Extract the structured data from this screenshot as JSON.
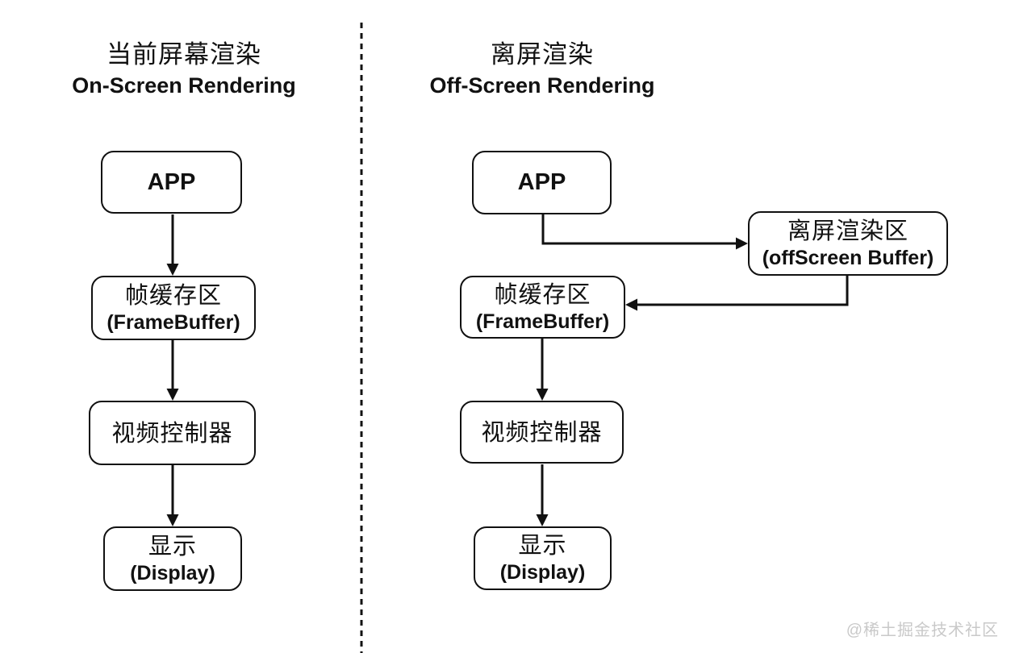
{
  "diagram": {
    "left": {
      "title_zh": "当前屏幕渲染",
      "title_en": "On-Screen Rendering",
      "app": "APP",
      "framebuffer_zh": "帧缓存区",
      "framebuffer_en": "(FrameBuffer)",
      "video_controller": "视频控制器",
      "display_zh": "显示",
      "display_en": "(Display)"
    },
    "right": {
      "title_zh": "离屏渲染",
      "title_en": "Off-Screen Rendering",
      "app": "APP",
      "offscreen_zh": "离屏渲染区",
      "offscreen_en": "(offScreen Buffer)",
      "framebuffer_zh": "帧缓存区",
      "framebuffer_en": "(FrameBuffer)",
      "video_controller": "视频控制器",
      "display_zh": "显示",
      "display_en": "(Display)"
    }
  },
  "watermark": "@稀土掘金技术社区",
  "colors": {
    "ink": "#111111",
    "background": "#ffffff",
    "watermark": "#c9c9c9"
  }
}
